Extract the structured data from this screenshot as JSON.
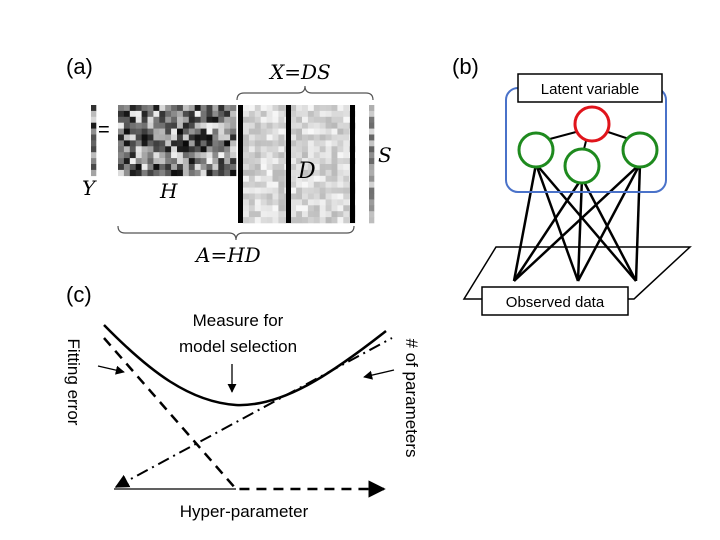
{
  "panel_a": {
    "label": "(a)",
    "equals": "=",
    "y_label": "Y",
    "h_label": "H",
    "d_label": "D",
    "s_label": "S",
    "x_brace_label": "X=DS",
    "a_brace_label": "A=HD"
  },
  "panel_b": {
    "label": "(b)",
    "latent_label": "Latent variable",
    "observed_label": "Observed data",
    "colors": {
      "latent_box": "#4a72c9",
      "top_node": "#e0141b",
      "hidden_nodes": "#1e8a1e"
    }
  },
  "panel_c": {
    "label": "(c)",
    "measure_label_line1": "Measure for",
    "measure_label_line2": "model selection",
    "fitting_error_label": "Fitting error",
    "params_label": "# of parameters",
    "x_axis_label": "Hyper-parameter"
  }
}
